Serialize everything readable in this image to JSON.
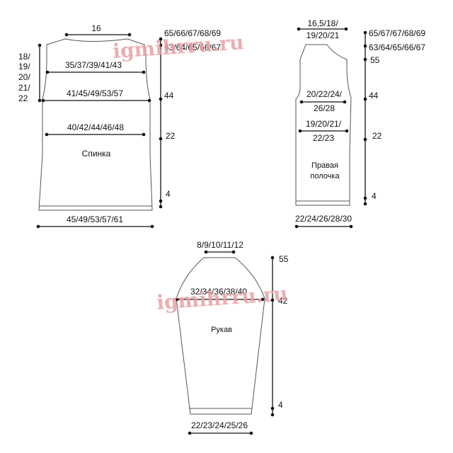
{
  "watermark": "igmihrru.ru",
  "back": {
    "name": "Спинка",
    "neck_width": "16",
    "total_height": "65/66/67/68/69",
    "shoulder_height": "63/64/65/66/67",
    "armhole_depth_l1": "18/",
    "armhole_depth_l2": "19/",
    "armhole_depth_l3": "20/",
    "armhole_depth_l4": "21/",
    "armhole_depth_l5": "22",
    "shoulder_width": "35/37/39/41/43",
    "chest_width": "41/45/49/53/57",
    "armhole_start_height": "44",
    "waist_width": "40/42/44/46/48",
    "waist_height": "22",
    "rib_height": "4",
    "bottom_width": "45/49/53/57/61"
  },
  "front": {
    "name_l1": "Правая",
    "name_l2": "полочка",
    "neck_width_l1": "16,5/18/",
    "neck_width_l2": "19/20/21",
    "total_height": "65/67/67/68/69",
    "shoulder_height": "63/64/65/66/67",
    "neck_height": "55",
    "chest_width_l1": "20/22/24/",
    "chest_width_l2": "26/28",
    "armhole_start_height": "44",
    "waist_width_l1": "19/20/21/",
    "waist_width_l2": "22/23",
    "waist_height": "22",
    "rib_height": "4",
    "bottom_width": "22/24/26/28/30"
  },
  "sleeve": {
    "name": "Рукав",
    "top_width": "8/9/10/11/12",
    "total_height": "55",
    "upper_width": "32/34/36/38/40",
    "cap_start_height": "42",
    "rib_height": "4",
    "cuff_width": "22/23/24/25/26"
  }
}
